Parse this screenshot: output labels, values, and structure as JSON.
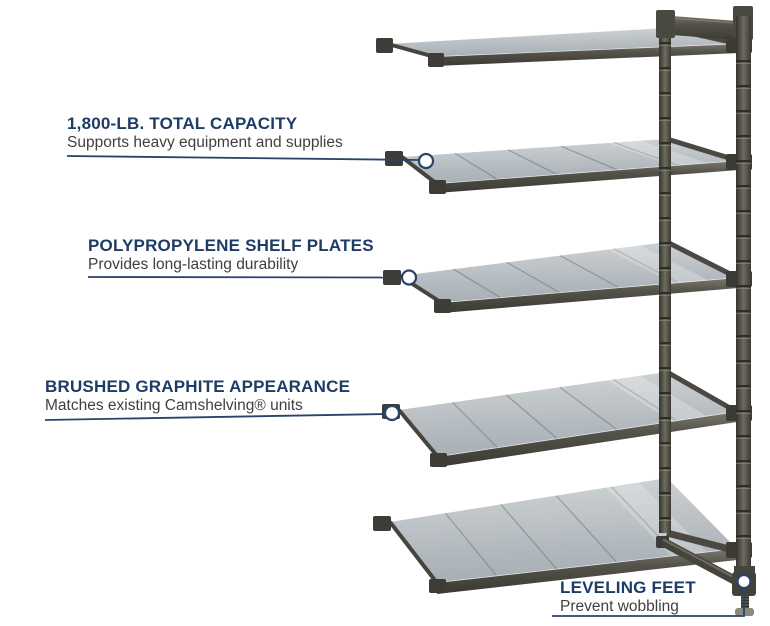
{
  "callouts": [
    {
      "id": "capacity",
      "title": "1,800-LB. TOTAL CAPACITY",
      "description": "Supports heavy equipment and supplies"
    },
    {
      "id": "shelf-plates",
      "title": "POLYPROPYLENE SHELF PLATES",
      "description": "Provides long-lasting durability"
    },
    {
      "id": "appearance",
      "title": "BRUSHED GRAPHITE APPEARANCE",
      "description": "Matches existing Camshelving® units"
    },
    {
      "id": "leveling-feet",
      "title": "LEVELING FEET",
      "description": "Prevent wobbling"
    }
  ],
  "illustration": {
    "subject": "5-shelf add-on shelving unit with brushed graphite frame",
    "shelf_count": 5,
    "callout_marker_count": 4
  },
  "colors": {
    "heading": "#1d3c66",
    "body_text": "#404040",
    "leader_line": "#2a436b",
    "marker_fill": "#ffffff",
    "shelf_plate": "#bcc2c6",
    "frame_graphite": "#54524a",
    "background": "#ffffff"
  }
}
